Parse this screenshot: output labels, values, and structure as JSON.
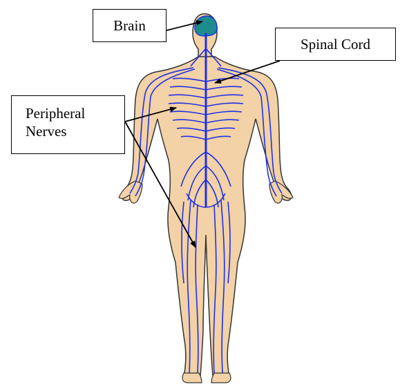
{
  "labels": {
    "brain": "Brain",
    "spinal_cord": "Spinal Cord",
    "peripheral_line1": "Peripheral",
    "peripheral_line2": "Nerves"
  },
  "colors": {
    "skin": "#F2D2A6",
    "outline": "#333333",
    "nerve": "#1F2FE6",
    "brain": "#1E8C8C",
    "arrow": "#000000"
  }
}
